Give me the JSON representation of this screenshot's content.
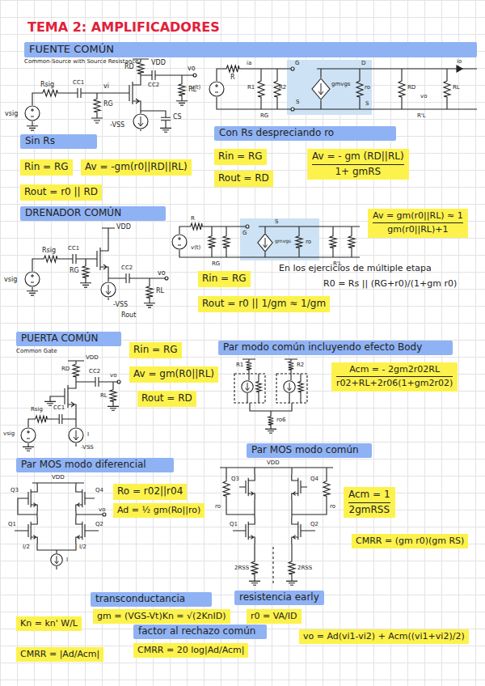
{
  "diagram": {
    "title": "TEMA 2: AMPLIFICADORES",
    "nodes": [
      {
        "text": [
          "FUENTE COMÚN"
        ]
      },
      {
        "text": [
          "Sin Rs"
        ]
      },
      {
        "text": [
          "Con Rs despreciando ro"
        ]
      },
      {
        "text": [
          "Rin = RG"
        ]
      },
      {
        "text": [
          "Av = -gm(r0||RD||RL)"
        ]
      },
      {
        "text": [
          "Rout = r0 || RD"
        ]
      },
      {
        "text": [
          "Rin = RG"
        ]
      },
      {
        "text": [
          "Rout = RD"
        ]
      },
      {
        "text": [
          "Av = - gm (RD||RL)",
          "1+ gmRS"
        ]
      },
      {
        "text": [
          "DRENADOR COMÚN"
        ]
      },
      {
        "text": [
          "Av = gm(r0||RL) ≈ 1",
          "gm(r0||RL)+1"
        ]
      },
      {
        "text": [
          "Rin = RG"
        ]
      },
      {
        "text": [
          "Rout = r0 || 1/gm ≈ 1/gm"
        ]
      },
      {
        "text": [
          "PUERTA COMÚN"
        ]
      },
      {
        "text": [
          "Rin = RG"
        ]
      },
      {
        "text": [
          "Av = gm(R0||RL)"
        ]
      },
      {
        "text": [
          "Rout = RD"
        ]
      },
      {
        "text": [
          "Par modo común incluyendo efecto Body"
        ]
      },
      {
        "text": [
          "Acm = - 2gm2r02RL",
          "r02+RL+2r06(1+gm2r02)"
        ]
      },
      {
        "text": [
          "Par MOS modo común"
        ]
      },
      {
        "text": [
          "Par MOS modo diferencial"
        ]
      },
      {
        "text": [
          "Ro = r02||r04"
        ]
      },
      {
        "text": [
          "Ad = ½ gm(Ro||ro)"
        ]
      },
      {
        "text": [
          "Acm = 1",
          "2gmRSS"
        ]
      },
      {
        "text": [
          "CMRR = (gm r0)(gm RS)"
        ]
      },
      {
        "text": [
          "transconductancia"
        ]
      },
      {
        "text": [
          "resistencia early"
        ]
      },
      {
        "text": [
          "Kn = kn' W/L"
        ]
      },
      {
        "text": [
          "gm = (VGS-Vt)Kn = √(2KnID)"
        ]
      },
      {
        "text": [
          "r0 = VA/ID"
        ]
      },
      {
        "text": [
          "vo = Ad(vi1-vi2) + Acm((vi1+vi2)/2)"
        ]
      },
      {
        "text": [
          "factor al rechazo común"
        ]
      },
      {
        "text": [
          "CMRR = |Ad/Acm|"
        ]
      },
      {
        "text": [
          "CMRR = 20 log|Ad/Acm|"
        ]
      }
    ],
    "labels": [
      "Common-Source with Source Resistance",
      "VDD",
      "RD",
      "CC2",
      "vo",
      "RL",
      "Rsig",
      "CC1",
      "vsig",
      "vi",
      "RG",
      "CS",
      "-VSS",
      "R",
      "ia",
      "v(t)",
      "G",
      "S",
      "D",
      "S",
      "R1",
      "R2",
      "gmvgs",
      "ro",
      "RD",
      "vo",
      "RL",
      "io",
      "RG",
      "R'L",
      "VDD",
      "Rsig",
      "CC1",
      "vsig",
      "RG",
      "CC2",
      "vo",
      "RL",
      "-VSS",
      "Rout",
      "R",
      "v(t)",
      "G",
      "S",
      "gmvgs",
      "ro",
      "RG",
      "R'L",
      "En los ejercicios de múltiple etapa",
      "R0 = Rs || (RG+r0)/(1+gm r0)",
      "R1",
      "R2",
      "ro6",
      "Common Gate",
      "VDD",
      "RD",
      "CC2",
      "vo",
      "RL",
      "Rsig",
      "CC1",
      "vsig",
      "I",
      "-VSS",
      "VDD",
      "Q3",
      "Q4",
      "Q1",
      "Q2",
      "vo",
      "I/2",
      "I/2",
      "I",
      "VDD",
      "Q3",
      "Q4",
      "ro",
      "ro",
      "Q1",
      "Q2",
      "2RSS",
      "2RSS"
    ]
  }
}
